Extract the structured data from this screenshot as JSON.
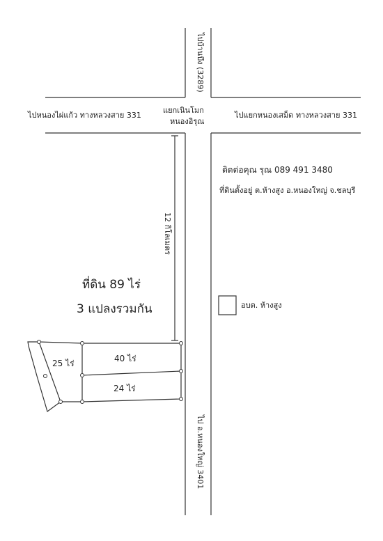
{
  "roads": {
    "north": "ไปบ้านบึง (3289)",
    "west": "ไปหนองไผ่แก้ว  ทางหลวงสาย 331",
    "east": "ไปแยกหนองเสม็ด  ทางหลวงสาย 331",
    "south": "ไป อ.หนองใหญ่  3401",
    "junction_line1": "แยกเนินโมก",
    "junction_line2": "หนองอิรุณ"
  },
  "contact": "ติดต่อคุณ รุณ  089 491 3480",
  "location": "ที่ดินตั้งอยู่  ต.ห้างสูง  อ.หนองใหญ่  จ.ชลบุรี",
  "distance": "12 กิโลเมตร",
  "headline": "ที่ดิน  89  ไร่",
  "subheadline": "3  แปลงรวมกัน",
  "landmark": "อบต. ห้างสูง",
  "plots": [
    {
      "id": "plot-25",
      "label": "25  ไร่",
      "area_rai": 25
    },
    {
      "id": "plot-40",
      "label": "40  ไร่",
      "area_rai": 40
    },
    {
      "id": "plot-24",
      "label": "24  ไร่",
      "area_rai": 24
    }
  ],
  "colors": {
    "line": "#333333",
    "background": "#ffffff"
  }
}
